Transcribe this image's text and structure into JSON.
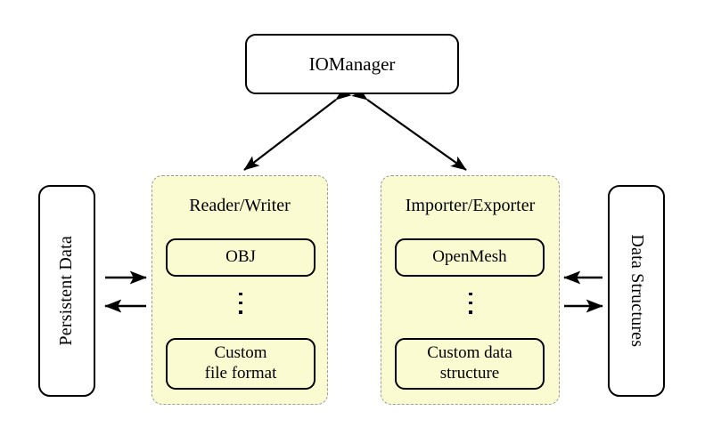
{
  "diagram": {
    "title_node": {
      "label": "IOManager"
    },
    "side_nodes": [
      {
        "id": "persistent-data",
        "label": "Persistent Data",
        "rotation": "up"
      },
      {
        "id": "data-structures",
        "label": "Data Structures",
        "rotation": "down"
      }
    ],
    "panels": [
      {
        "id": "reader-writer",
        "title": "Reader/Writer",
        "items": [
          {
            "id": "obj",
            "label": "OBJ"
          },
          {
            "id": "custom-file",
            "label": "Custom\nfile format",
            "line1": "Custom",
            "line2": "file format"
          }
        ],
        "ellipsis": "vertical-dots"
      },
      {
        "id": "importer-exporter",
        "title": "Importer/Exporter",
        "items": [
          {
            "id": "openmesh",
            "label": "OpenMesh"
          },
          {
            "id": "custom-structure",
            "label": "Custom data\nstructure",
            "line1": "Custom data",
            "line2": "structure"
          }
        ],
        "ellipsis": "vertical-dots"
      }
    ],
    "arrows": [
      {
        "id": "iomanager-to-reader-writer",
        "kind": "double-headed-diagonal",
        "from": "IOManager",
        "to": "Reader/Writer"
      },
      {
        "id": "iomanager-to-importer-exporter",
        "kind": "double-headed-diagonal",
        "from": "IOManager",
        "to": "Importer/Exporter"
      },
      {
        "id": "persistent-data-to-reader-writer",
        "kind": "single-headed-right",
        "from": "Persistent Data",
        "to": "Reader/Writer"
      },
      {
        "id": "reader-writer-to-persistent-data",
        "kind": "single-headed-left",
        "from": "Reader/Writer",
        "to": "Persistent Data"
      },
      {
        "id": "data-structures-to-importer-exporter",
        "kind": "single-headed-left",
        "from": "Data Structures",
        "to": "Importer/Exporter"
      },
      {
        "id": "importer-exporter-to-data-structures",
        "kind": "single-headed-right",
        "from": "Importer/Exporter",
        "to": "Data Structures"
      }
    ],
    "colors": {
      "panel_fill": "#fbfbd2",
      "panel_border": "#9a9a9a",
      "node_border": "#000000",
      "background": "#ffffff",
      "text": "#000000"
    }
  }
}
